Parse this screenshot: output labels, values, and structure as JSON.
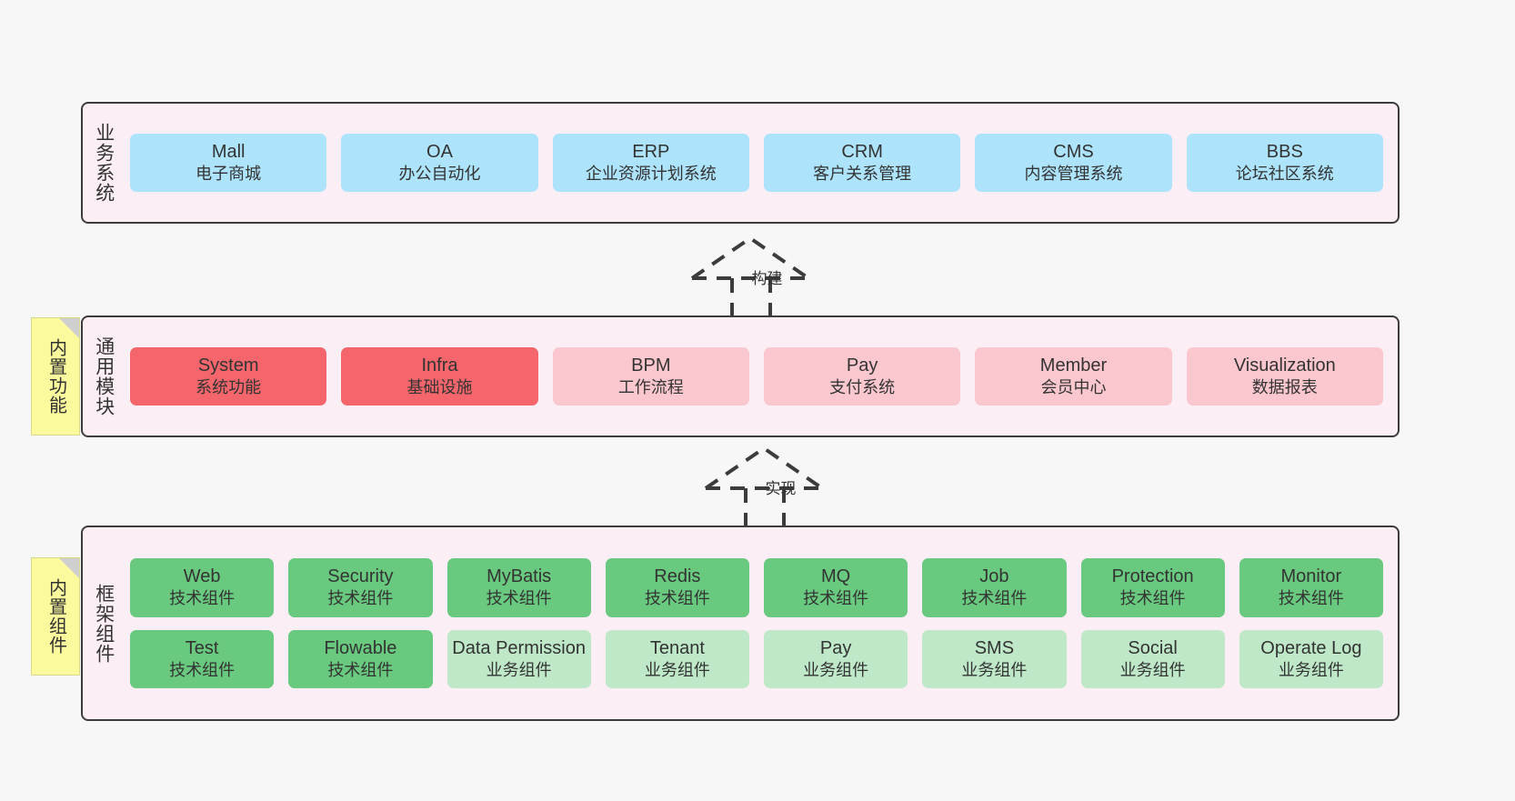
{
  "diagram": {
    "background_color": "#f7f7f7",
    "layer_fill": "#fbeef5",
    "layer_border": "#3c3c3c",
    "note_fill": "#fbfb9e",
    "colors": {
      "business_system": "#ade3fb",
      "core_module": "#f4666c",
      "optional_module": "#fbc7ce",
      "tech_component": "#68c97f",
      "business_component": "#bfe8c9"
    }
  },
  "layers": [
    {
      "id": "business-systems",
      "title": "业务系统",
      "rows": [
        {
          "cards": [
            {
              "name": "Mall",
              "desc": "电子商城",
              "color": "blue"
            },
            {
              "name": "OA",
              "desc": "办公自动化",
              "color": "blue"
            },
            {
              "name": "ERP",
              "desc": "企业资源计划系统",
              "color": "blue"
            },
            {
              "name": "CRM",
              "desc": "客户关系管理",
              "color": "blue"
            },
            {
              "name": "CMS",
              "desc": "内容管理系统",
              "color": "blue"
            },
            {
              "name": "BBS",
              "desc": "论坛社区系统",
              "color": "blue"
            }
          ]
        }
      ]
    },
    {
      "id": "common-modules",
      "title": "通用模块",
      "note": "内置功能",
      "rows": [
        {
          "cards": [
            {
              "name": "System",
              "desc": "系统功能",
              "color": "red"
            },
            {
              "name": "Infra",
              "desc": "基础设施",
              "color": "red"
            },
            {
              "name": "BPM",
              "desc": "工作流程",
              "color": "pink"
            },
            {
              "name": "Pay",
              "desc": "支付系统",
              "color": "pink"
            },
            {
              "name": "Member",
              "desc": "会员中心",
              "color": "pink"
            },
            {
              "name": "Visualization",
              "desc": "数据报表",
              "color": "pink"
            }
          ]
        }
      ]
    },
    {
      "id": "framework-components",
      "title": "框架组件",
      "note": "内置组件",
      "rows": [
        {
          "cards": [
            {
              "name": "Web",
              "desc": "技术组件",
              "color": "green"
            },
            {
              "name": "Security",
              "desc": "技术组件",
              "color": "green"
            },
            {
              "name": "MyBatis",
              "desc": "技术组件",
              "color": "green"
            },
            {
              "name": "Redis",
              "desc": "技术组件",
              "color": "green"
            },
            {
              "name": "MQ",
              "desc": "技术组件",
              "color": "green"
            },
            {
              "name": "Job",
              "desc": "技术组件",
              "color": "green"
            },
            {
              "name": "Protection",
              "desc": "技术组件",
              "color": "green"
            },
            {
              "name": "Monitor",
              "desc": "技术组件",
              "color": "green"
            }
          ]
        },
        {
          "cards": [
            {
              "name": "Test",
              "desc": "技术组件",
              "color": "green"
            },
            {
              "name": "Flowable",
              "desc": "技术组件",
              "color": "green"
            },
            {
              "name": "Data Permission",
              "desc": "业务组件",
              "color": "ltgreen"
            },
            {
              "name": "Tenant",
              "desc": "业务组件",
              "color": "ltgreen"
            },
            {
              "name": "Pay",
              "desc": "业务组件",
              "color": "ltgreen"
            },
            {
              "name": "SMS",
              "desc": "业务组件",
              "color": "ltgreen"
            },
            {
              "name": "Social",
              "desc": "业务组件",
              "color": "ltgreen"
            },
            {
              "name": "Operate Log",
              "desc": "业务组件",
              "color": "ltgreen"
            }
          ]
        }
      ]
    }
  ],
  "connectors": [
    {
      "id": "build",
      "label": "构建"
    },
    {
      "id": "implement",
      "label": "实现"
    }
  ]
}
